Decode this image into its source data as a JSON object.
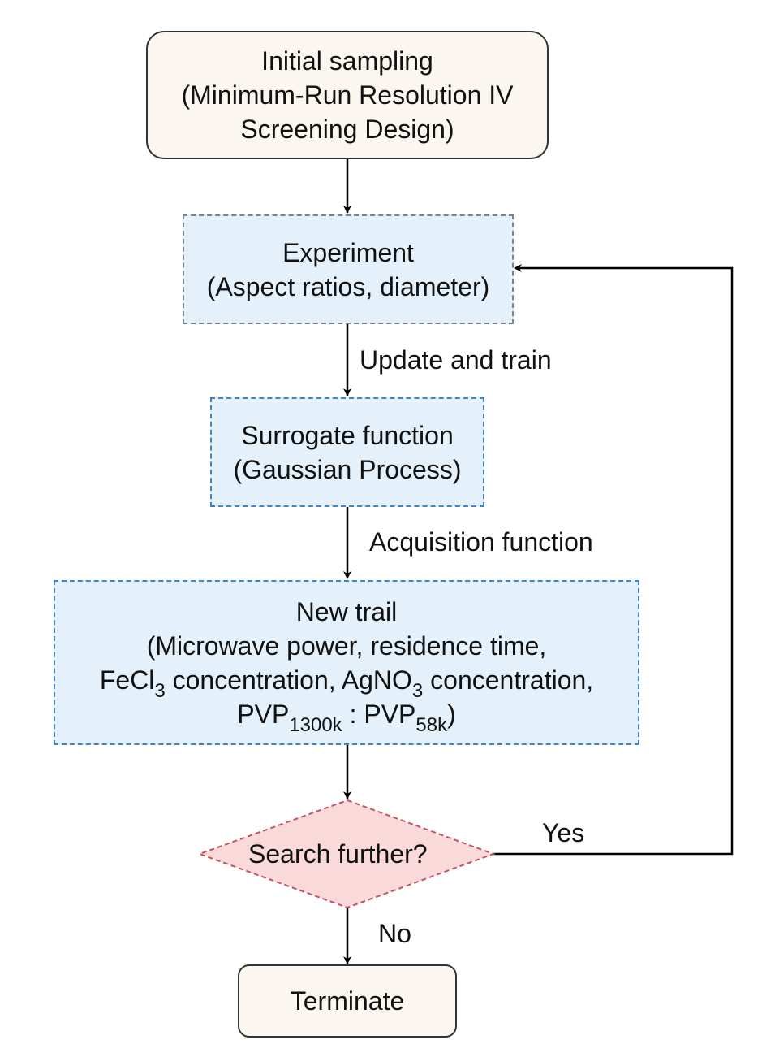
{
  "diagram": {
    "nodes": {
      "initial_sampling": {
        "lines": [
          "Initial sampling",
          "(Minimum-Run Resolution IV",
          "Screening Design)"
        ],
        "shape": "rounded-rectangle",
        "fill": "#fbf7f0"
      },
      "experiment": {
        "lines": [
          "Experiment",
          "(Aspect ratios, diameter)"
        ],
        "shape": "dashed-rectangle",
        "fill": "#e5f1fa"
      },
      "surrogate": {
        "lines": [
          "Surrogate function",
          "(Gaussian Process)"
        ],
        "shape": "dashed-rectangle",
        "fill": "#e5f1fa"
      },
      "new_trail": {
        "line1": "New trail",
        "line2": "(Microwave power, residence time,",
        "line3_a": "FeCl",
        "line3_a_sub": "3",
        "line3_b": " concentration, AgNO",
        "line3_b_sub": "3",
        "line3_c": " concentration,",
        "line4_a": "PVP",
        "line4_a_sub": "1300k",
        "line4_b": " : PVP",
        "line4_b_sub": "58k",
        "line4_c": ")",
        "shape": "dashed-rectangle",
        "fill": "#e5f1fa"
      },
      "decision": {
        "label": "Search further?",
        "shape": "dashed-diamond",
        "fill": "#f9d9da"
      },
      "terminate": {
        "label": "Terminate",
        "shape": "rounded-rectangle",
        "fill": "#fbf7f0"
      }
    },
    "edges": {
      "update_and_train": "Update and train",
      "acquisition_function": "Acquisition function",
      "yes": "Yes",
      "no": "No"
    }
  }
}
